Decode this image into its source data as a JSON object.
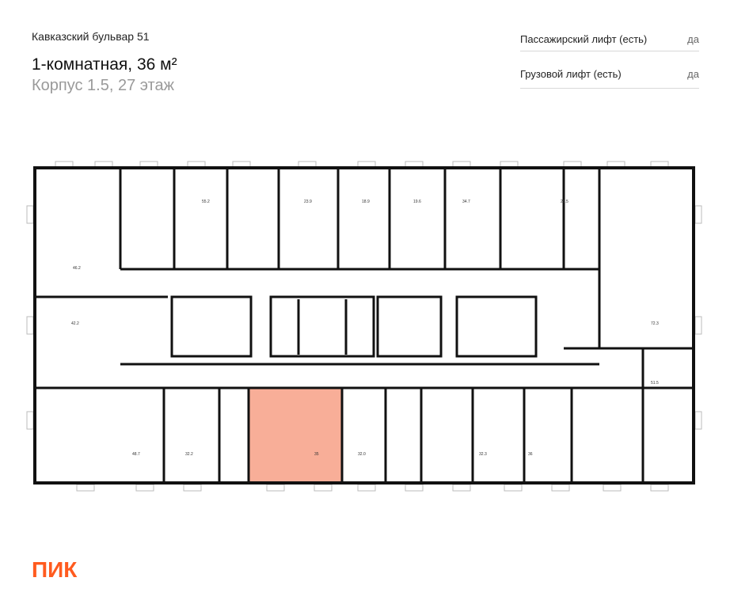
{
  "header": {
    "address": "Кавказский бульвар 51",
    "apartment": "1-комнатная, 36 м²",
    "building_floor": "Корпус 1.5, 27 этаж"
  },
  "lifts": [
    {
      "label": "Пассажирский лифт (есть)",
      "value": "да"
    },
    {
      "label": "Грузовой лифт (есть)",
      "value": "да"
    }
  ],
  "plan": {
    "highlight_color": "#f26b43",
    "units": {
      "u1": "46.2",
      "u2": "55.2",
      "u3": "23.9",
      "u4": "18.9",
      "u5": "19.6",
      "u6": "34.7",
      "u7": "25.5",
      "u8": "42.2",
      "u9": "72.3",
      "u10": "51.5",
      "u11": "48.7",
      "u12": "32.2",
      "u13": "35",
      "u14": "32.0",
      "u15": "32.3",
      "u16": "36"
    }
  },
  "brand": {
    "logo_text": "ПИК",
    "color": "#ff5b1f"
  }
}
